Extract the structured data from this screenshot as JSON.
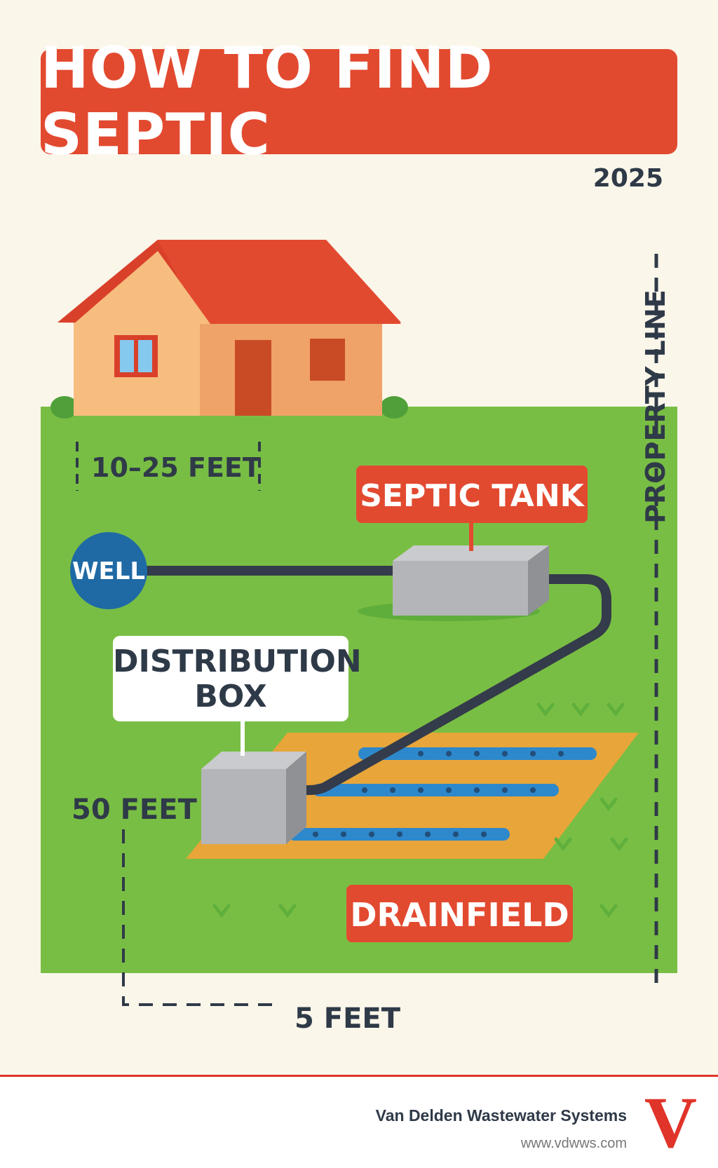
{
  "title": "HOW TO FIND SEPTIC",
  "year": "2025",
  "labels": {
    "distance_house": "10–25 FEET",
    "septic_tank": "SEPTIC TANK",
    "well": "WELL",
    "distribution_box_line1": "DISTRIBUTION",
    "distribution_box_line2": "BOX",
    "distance_well": "50 FEET",
    "distance_property": "5 FEET",
    "drainfield": "DRAINFIELD",
    "property_line": "PROPERTY LINE"
  },
  "footer": {
    "company": "Van Delden Wastewater Systems",
    "website": "www.vdwws.com",
    "logo_letter": "V"
  },
  "colors": {
    "brand_red": "#E24A30",
    "grass": "#79BE44",
    "dark": "#2F3A48",
    "water": "#2D88CC",
    "drainfield": "#E7A53A"
  }
}
